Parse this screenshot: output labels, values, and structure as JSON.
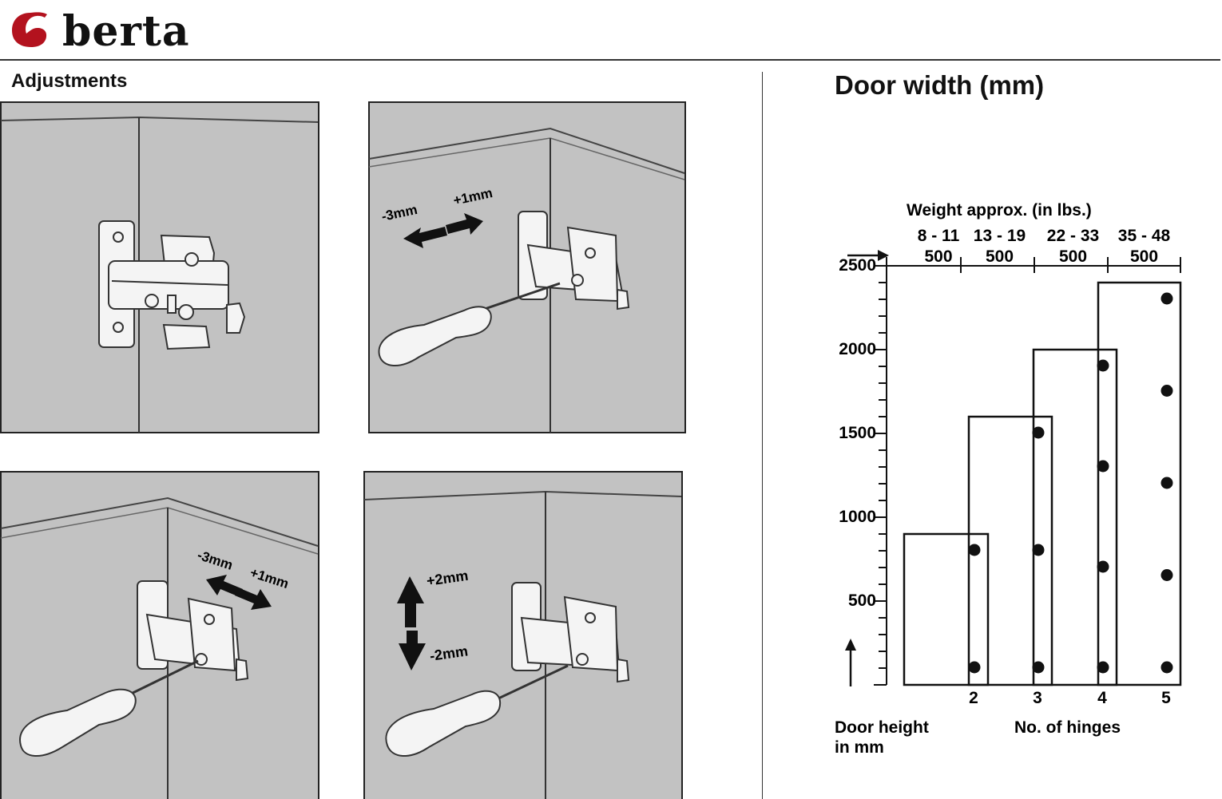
{
  "brand": {
    "name": "berta",
    "logo_color": "#b3121e"
  },
  "adjustments": {
    "title": "Adjustments",
    "panel_color": "#c2c2c2",
    "panel_b": {
      "minus": "-3mm",
      "plus": "+1mm"
    },
    "panel_c": {
      "minus": "-3mm",
      "plus": "+1mm"
    },
    "panel_d": {
      "plus": "+2mm",
      "minus": "-2mm"
    }
  },
  "chart_title": "Door width (mm)",
  "chart_data": {
    "type": "bar",
    "weight_title": "Weight approx. (in lbs.)",
    "weight_ranges": [
      "8 - 11",
      "13 - 19",
      "22 - 33",
      "35 - 48"
    ],
    "width_labels": [
      "500",
      "500",
      "500",
      "500"
    ],
    "x_values": [
      "2",
      "3",
      "4",
      "5"
    ],
    "y_values": [
      900,
      1600,
      2000,
      2400
    ],
    "y_ticks": [
      "500",
      "1000",
      "1500",
      "2000",
      "2500"
    ],
    "ylim": [
      0,
      2500
    ],
    "ylabel": "Door height in mm",
    "ylabel_lines": [
      "Door height",
      "in mm"
    ],
    "xlabel": "No. of hinges"
  }
}
